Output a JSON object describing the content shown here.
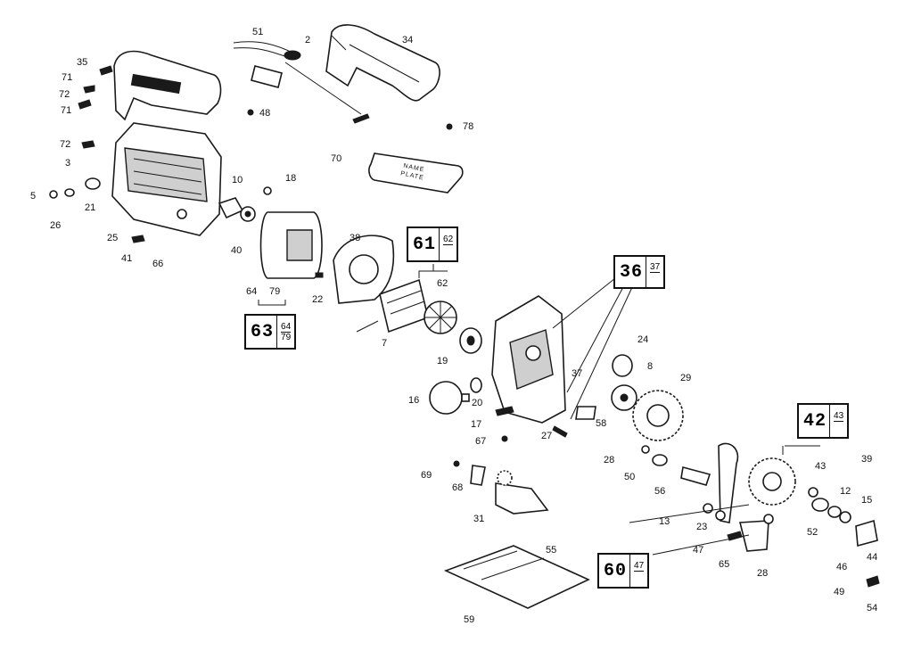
{
  "labels": [
    {
      "id": "l51",
      "text": "51"
    },
    {
      "id": "l2",
      "text": "2"
    },
    {
      "id": "l34",
      "text": "34"
    },
    {
      "id": "l35",
      "text": "35"
    },
    {
      "id": "l71a",
      "text": "71"
    },
    {
      "id": "l72a",
      "text": "72"
    },
    {
      "id": "l71b",
      "text": "71"
    },
    {
      "id": "l48",
      "text": "48"
    },
    {
      "id": "l78",
      "text": "78"
    },
    {
      "id": "l70",
      "text": "70"
    },
    {
      "id": "l72b",
      "text": "72"
    },
    {
      "id": "l3",
      "text": "3"
    },
    {
      "id": "l5",
      "text": "5"
    },
    {
      "id": "l21",
      "text": "21"
    },
    {
      "id": "l26",
      "text": "26"
    },
    {
      "id": "l10",
      "text": "10"
    },
    {
      "id": "l18",
      "text": "18"
    },
    {
      "id": "l25",
      "text": "25"
    },
    {
      "id": "l41",
      "text": "41"
    },
    {
      "id": "l66",
      "text": "66"
    },
    {
      "id": "l40",
      "text": "40"
    },
    {
      "id": "l38",
      "text": "38"
    },
    {
      "id": "l64",
      "text": "64"
    },
    {
      "id": "l79",
      "text": "79"
    },
    {
      "id": "l22",
      "text": "22"
    },
    {
      "id": "l62",
      "text": "62"
    },
    {
      "id": "l7",
      "text": "7"
    },
    {
      "id": "l19",
      "text": "19"
    },
    {
      "id": "l16",
      "text": "16"
    },
    {
      "id": "l20",
      "text": "20"
    },
    {
      "id": "l17",
      "text": "17"
    },
    {
      "id": "l67",
      "text": "67"
    },
    {
      "id": "l27",
      "text": "27"
    },
    {
      "id": "l58",
      "text": "58"
    },
    {
      "id": "l37",
      "text": "37"
    },
    {
      "id": "l24",
      "text": "24"
    },
    {
      "id": "l8",
      "text": "8"
    },
    {
      "id": "l29",
      "text": "29"
    },
    {
      "id": "l28a",
      "text": "28"
    },
    {
      "id": "l50",
      "text": "50"
    },
    {
      "id": "l56",
      "text": "56"
    },
    {
      "id": "l69",
      "text": "69"
    },
    {
      "id": "l68",
      "text": "68"
    },
    {
      "id": "l31",
      "text": "31"
    },
    {
      "id": "l13",
      "text": "13"
    },
    {
      "id": "l23",
      "text": "23"
    },
    {
      "id": "l43",
      "text": "43"
    },
    {
      "id": "l39",
      "text": "39"
    },
    {
      "id": "l12",
      "text": "12"
    },
    {
      "id": "l15",
      "text": "15"
    },
    {
      "id": "l52",
      "text": "52"
    },
    {
      "id": "l47",
      "text": "47"
    },
    {
      "id": "l65",
      "text": "65"
    },
    {
      "id": "l28b",
      "text": "28"
    },
    {
      "id": "l46",
      "text": "46"
    },
    {
      "id": "l44",
      "text": "44"
    },
    {
      "id": "l55",
      "text": "55"
    },
    {
      "id": "l49",
      "text": "49"
    },
    {
      "id": "l54",
      "text": "54"
    },
    {
      "id": "l59",
      "text": "59"
    }
  ],
  "kits": [
    {
      "id": "k61",
      "main": "61",
      "top": "62",
      "bottom": ""
    },
    {
      "id": "k36",
      "main": "36",
      "top": "37",
      "bottom": ""
    },
    {
      "id": "k63",
      "main": "63",
      "top": "64",
      "bottom": "79"
    },
    {
      "id": "k42",
      "main": "42",
      "top": "43",
      "bottom": ""
    },
    {
      "id": "k60",
      "main": "60",
      "top": "47",
      "bottom": ""
    }
  ],
  "plate_text": [
    "NAME",
    "PLATE"
  ]
}
